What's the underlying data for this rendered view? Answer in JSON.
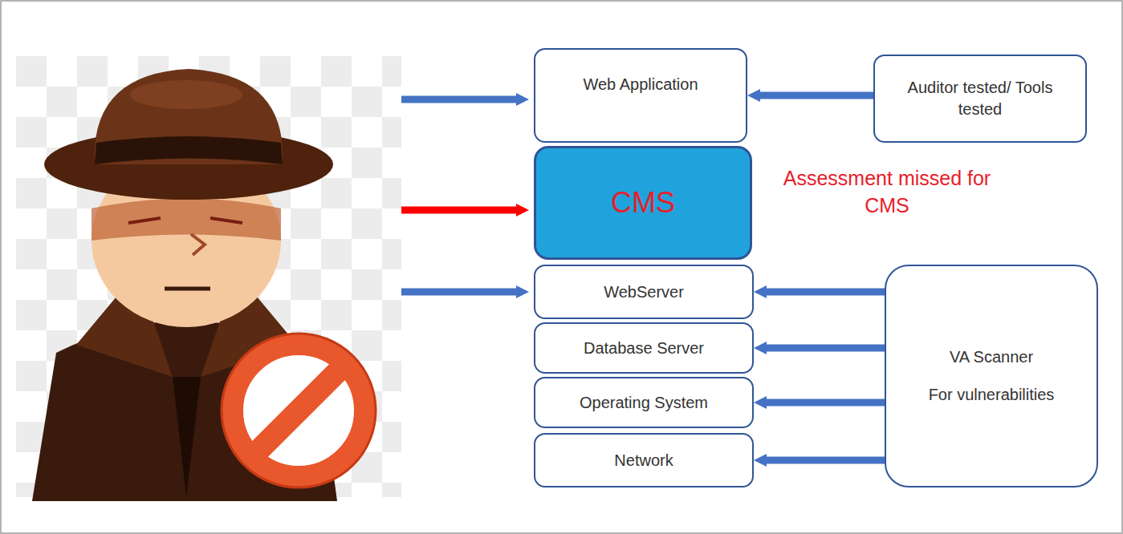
{
  "diagram": {
    "nodes": [
      {
        "text": [
          "Web Application"
        ]
      },
      {
        "text": [
          "Auditor tested/ Tools tested"
        ]
      },
      {
        "text": [
          "CMS"
        ]
      },
      {
        "text": [
          "WebServer"
        ]
      },
      {
        "text": [
          "Database Server"
        ]
      },
      {
        "text": [
          "Operating System"
        ]
      },
      {
        "text": [
          "Network"
        ]
      },
      {
        "text": [
          "VA Scanner",
          "For vulnerabilities"
        ]
      }
    ],
    "edges": [
      {
        "from": 1,
        "to": 0,
        "arrow": "to"
      },
      {
        "from": 7,
        "to": 3,
        "arrow": "to"
      },
      {
        "from": 7,
        "to": 4,
        "arrow": "to"
      },
      {
        "from": 7,
        "to": 5,
        "arrow": "to"
      },
      {
        "from": 7,
        "to": 6,
        "arrow": "to"
      }
    ],
    "labels": [
      "Assessment missed for CMS"
    ]
  }
}
